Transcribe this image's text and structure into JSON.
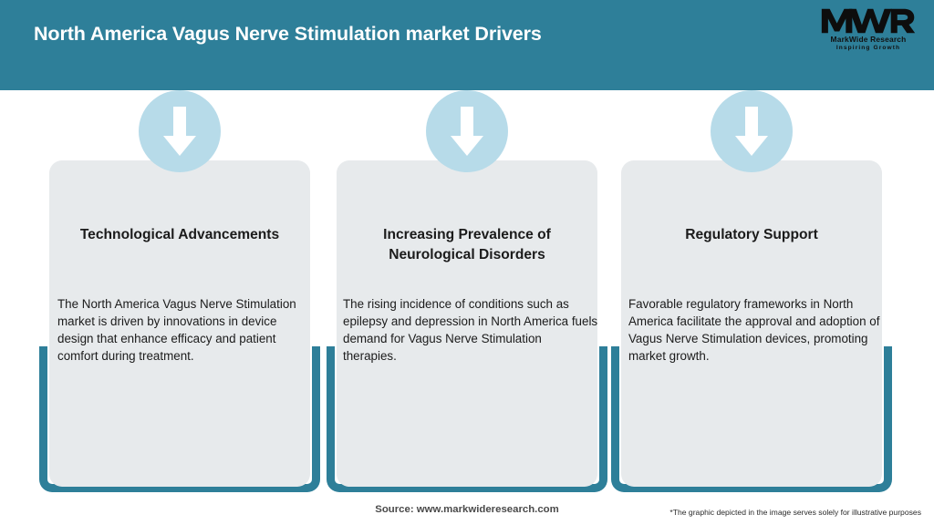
{
  "header": {
    "title": "North America Vagus Nerve Stimulation market Drivers",
    "background_color": "#2e7f99",
    "title_color": "#ffffff"
  },
  "logo": {
    "mark": "MWR",
    "name": "MarkWide Research",
    "tagline": "Inspiring Growth"
  },
  "cards": [
    {
      "icon": "down-arrow-icon",
      "title": "Technological Advancements",
      "body": "The North America Vagus Nerve Stimulation market is driven by innovations in device design that enhance efficacy and patient comfort during treatment."
    },
    {
      "icon": "down-arrow-icon",
      "title": "Increasing Prevalence of Neurological Disorders",
      "body": "The rising incidence of conditions such as epilepsy and depression in North America fuels demand for Vagus Nerve Stimulation therapies."
    },
    {
      "icon": "down-arrow-icon",
      "title": "Regulatory Support",
      "body": "Favorable regulatory frameworks in North America facilitate the approval and adoption of Vagus Nerve Stimulation devices, promoting market growth."
    }
  ],
  "footer": {
    "source": "Source: www.markwideresearch.com",
    "disclaimer": "*The graphic depicted in the image serves solely for illustrative purposes"
  },
  "colors": {
    "accent_teal": "#2e7f99",
    "badge_blue": "#b7dbe9",
    "panel_gray": "#e7eaec",
    "text_dark": "#1b1b1b"
  }
}
